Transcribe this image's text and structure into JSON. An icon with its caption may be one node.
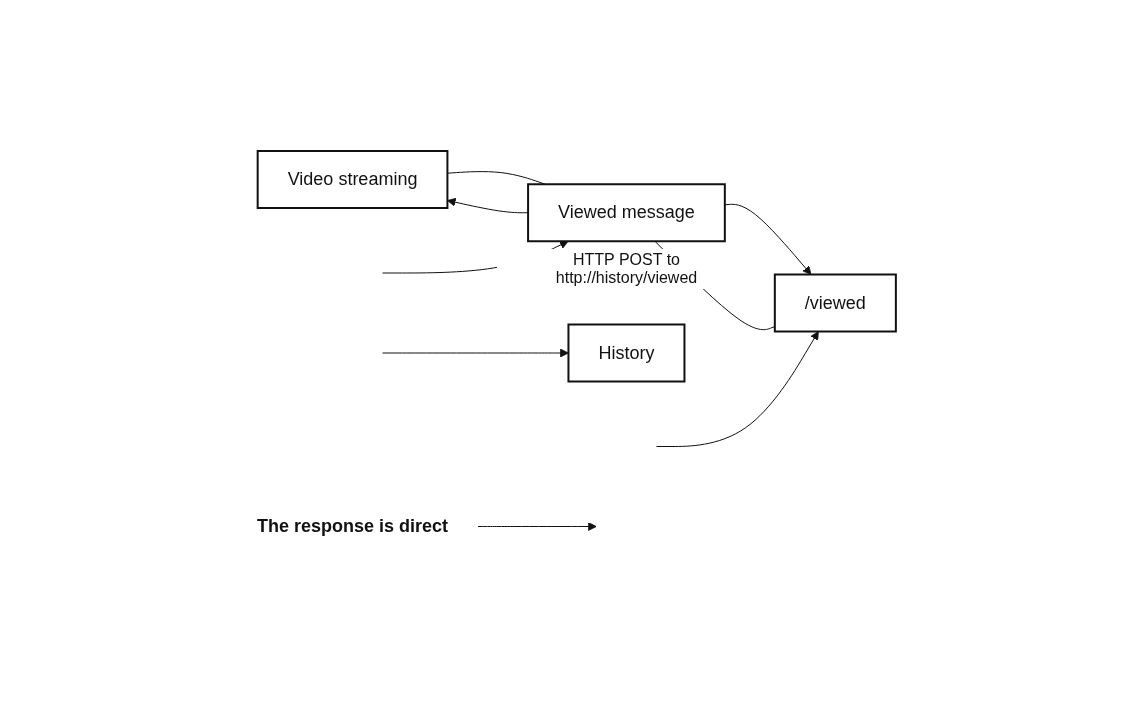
{
  "diagram": {
    "nodes": [
      {
        "text": [
          "Video streaming"
        ]
      },
      {
        "text": [
          "Viewed message"
        ],
        "beside": [
          "HTTP POST to http://history/viewed"
        ]
      },
      {
        "text": [
          "/viewed"
        ]
      },
      {
        "text": [
          "History"
        ]
      },
      {
        "text": [
          "The response is direct"
        ]
      }
    ],
    "edges": [
      {
        "from": 0,
        "to": 1,
        "arrow": "none"
      },
      {
        "from": 1,
        "to": 2,
        "arrow": "to"
      },
      {
        "from": 2,
        "to": 1,
        "arrow": "none"
      },
      {
        "from": 1,
        "to": 0,
        "arrow": "to"
      },
      {
        "from": null,
        "to": 1,
        "arrow": "to"
      },
      {
        "from": null,
        "to": 2,
        "arrow": "to"
      },
      {
        "from": 4,
        "to": null,
        "arrow": "to"
      },
      {
        "from": null,
        "to": 3,
        "arrow": "to"
      }
    ]
  }
}
